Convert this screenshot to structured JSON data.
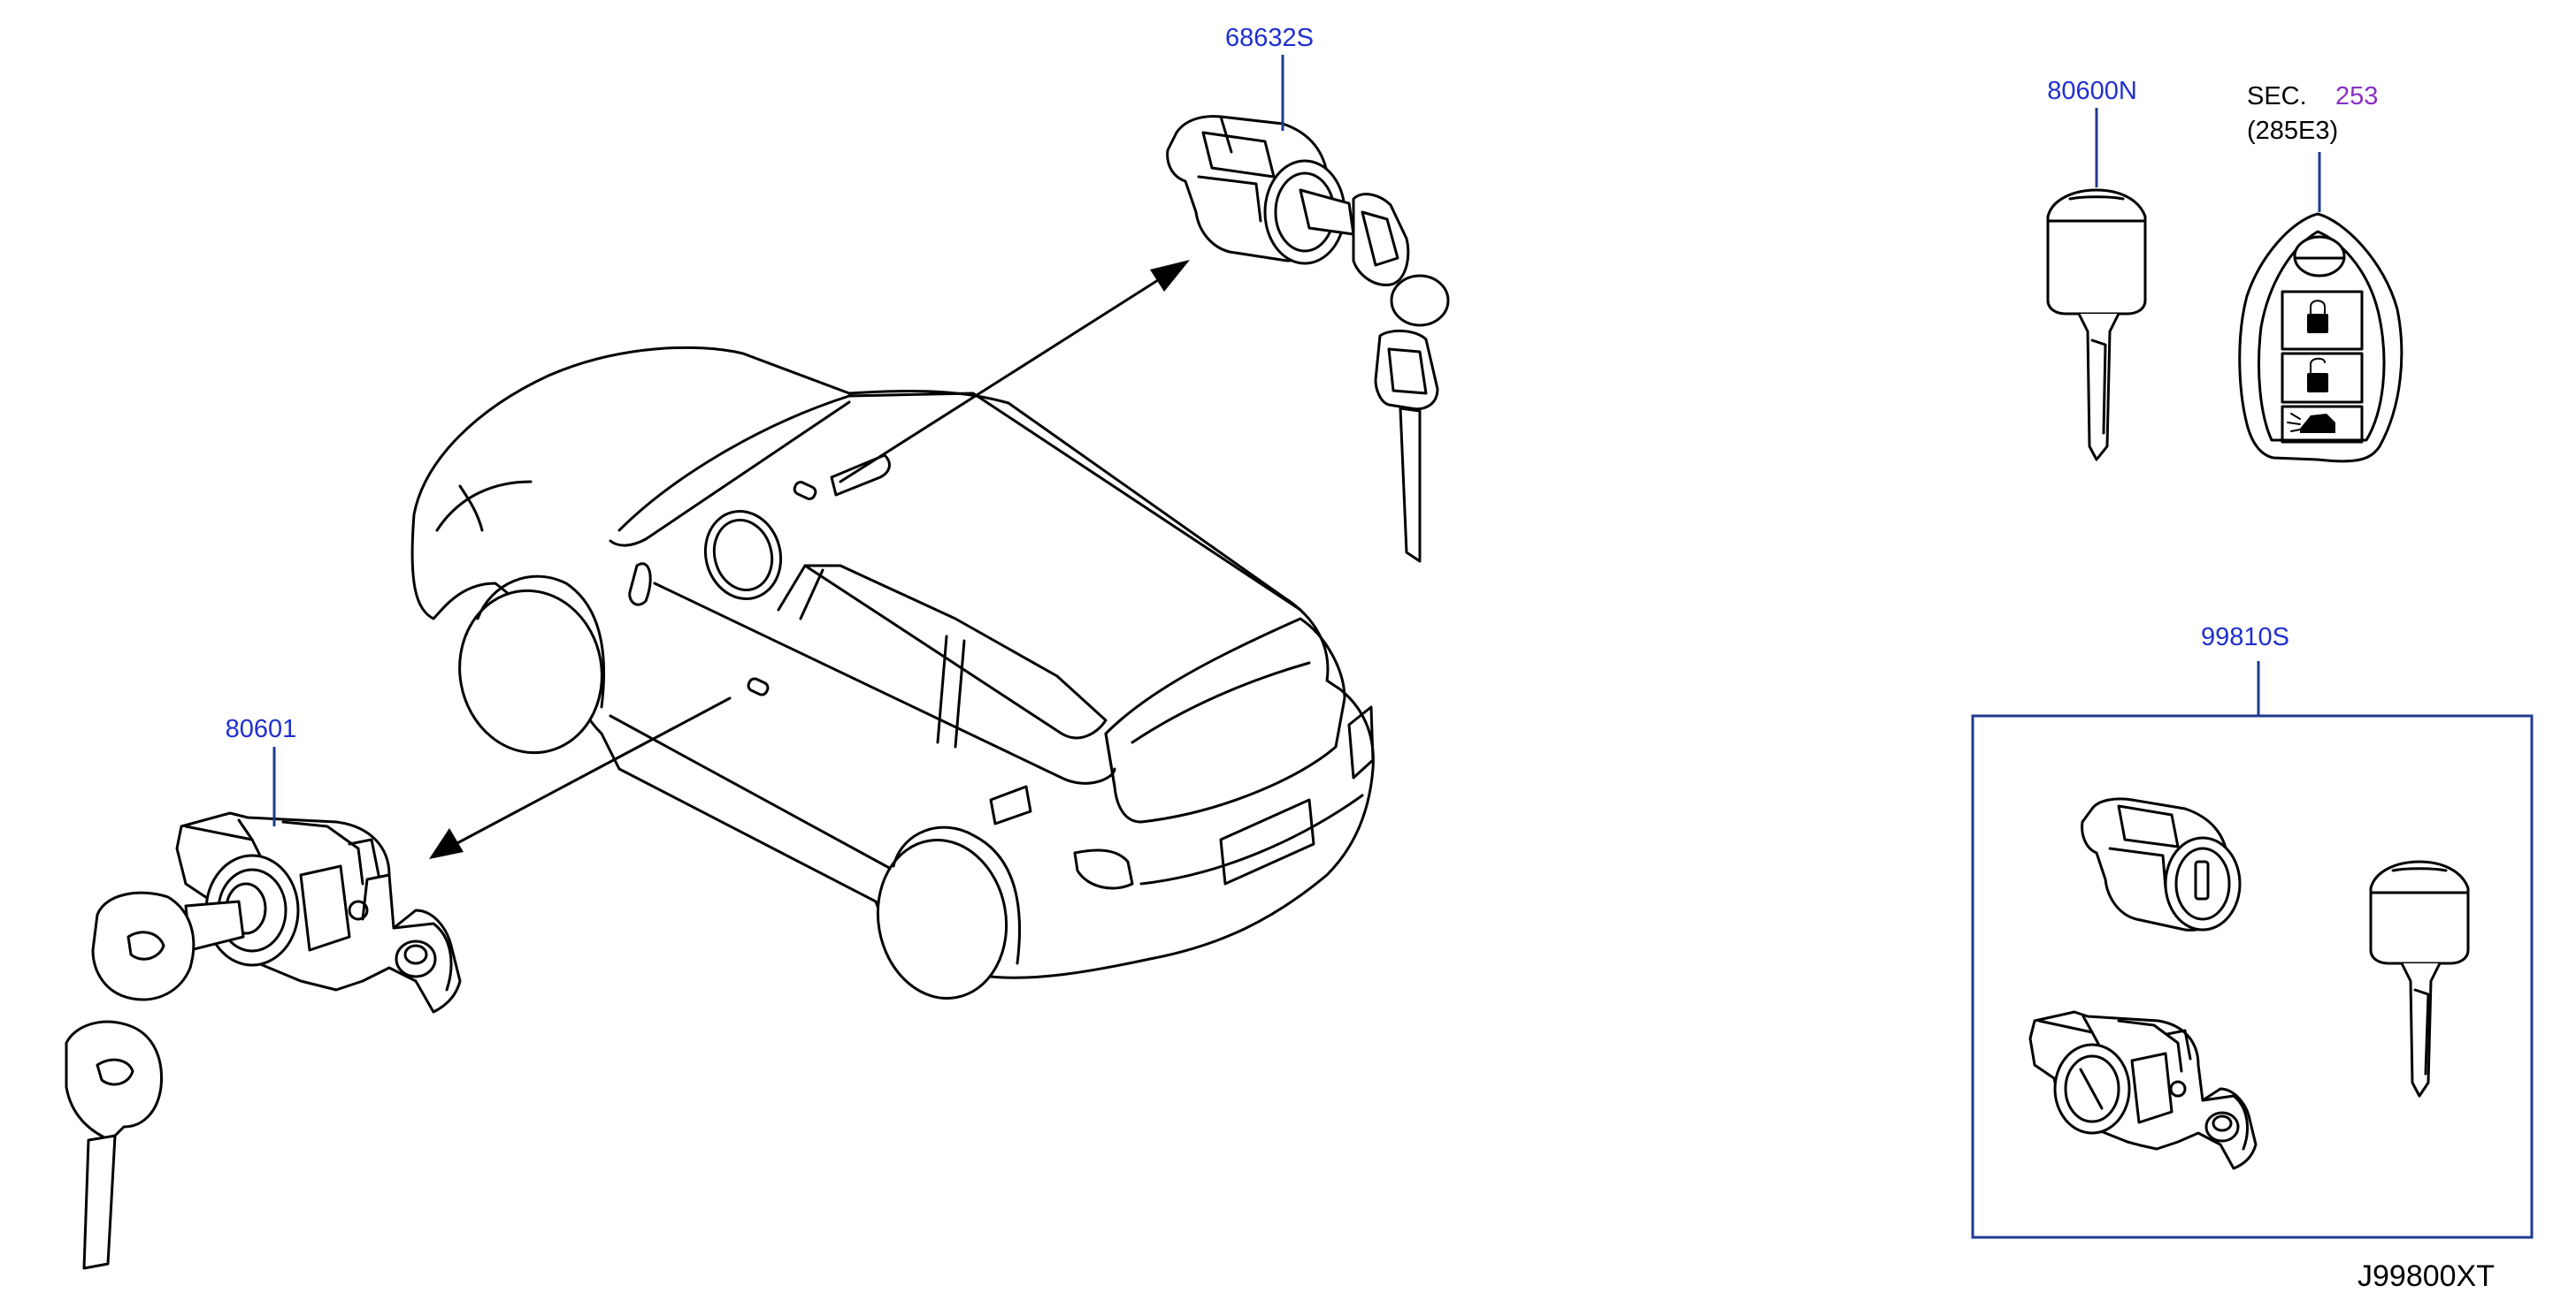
{
  "colors": {
    "part_number": "#1f2fd0",
    "section_ref": "#8a2fc8",
    "callout_line": "#1f3a8f",
    "drawing": "#000000"
  },
  "callouts": {
    "cylinder_set": {
      "number": "68632S"
    },
    "blank_key": {
      "number": "80600N"
    },
    "section_ref": {
      "prefix": "SEC.",
      "number": "253",
      "sub": "(285E3)"
    },
    "door_lock": {
      "number": "80601"
    },
    "lock_set": {
      "number": "99810S"
    }
  },
  "diagram_code": "J99800XT",
  "icons": [
    "vehicle-outline-drawing",
    "lock-cylinder-icon",
    "key-icon",
    "smart-key-fob-icon",
    "door-lock-assembly-icon",
    "padlock-icon",
    "unlock-icon",
    "trunk-icon"
  ]
}
